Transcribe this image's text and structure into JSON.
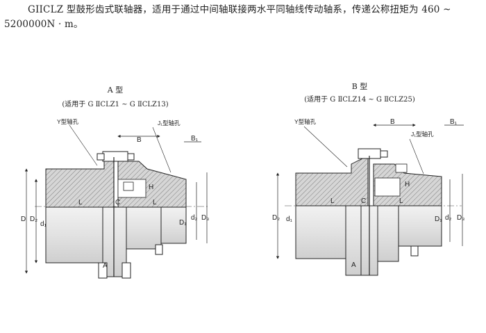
{
  "intro": {
    "line1": "GIICLZ 型鼓形齿式联轴器，适用于通过中间轴联接两水平同轴线传动轴系，传递公称扭矩为 460 ~",
    "line2": "5200000N · m。"
  },
  "type_a": {
    "title": "A 型",
    "subtitle": "(适用于 G ⅡCLZ1 ~ G ⅡCLZ13)",
    "y_bore": "Y型轴孔",
    "j1_bore": "J₁型轴孔",
    "B": "B",
    "B1": "B₁",
    "D": "D",
    "D2": "D₂",
    "d1": "d₁",
    "D1": "D₁",
    "d2": "d₂",
    "D3": "D₃",
    "L_left": "L",
    "L_right": "L",
    "C": "C",
    "H": "H",
    "A": "A"
  },
  "type_b": {
    "title": "B 型",
    "subtitle": "(适用于 G ⅡCLZ14 ~ G ⅡCLZ25)",
    "y_bore": "Y型轴孔",
    "j1_bore": "J₁型轴孔",
    "B": "B",
    "B1": "B₁",
    "D2": "D₂",
    "d1": "d₁",
    "D1": "D₁",
    "d2": "d₂",
    "D3": "D₃",
    "L_left": "L",
    "L_right": "L",
    "C": "C",
    "H": "H",
    "A": "A"
  }
}
